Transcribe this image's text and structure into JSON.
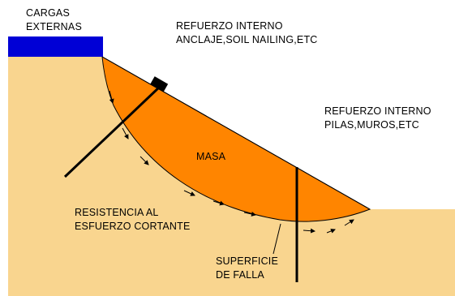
{
  "labels": {
    "cargas_line1": "CARGAS",
    "cargas_line2": "EXTERNAS",
    "refuerzo_anclaje_line1": "REFUERZO INTERNO",
    "refuerzo_anclaje_line2": "ANCLAJE,SOIL NAILING,ETC",
    "refuerzo_pilas_line1": "REFUERZO INTERNO",
    "refuerzo_pilas_line2": "PILAS,MUROS,ETC",
    "masa": "MASA",
    "resistencia_line1": "RESISTENCIA AL",
    "resistencia_line2": "ESFUERZO CORTANTE",
    "superficie_line1": "SUPERFICIE",
    "superficie_line2": "DE FALLA"
  },
  "colors": {
    "soil": "#f9d58f",
    "sliding_mass": "#ff8500",
    "external_load": "#0000d6",
    "lines": "#000000",
    "background": "#ffffff"
  }
}
